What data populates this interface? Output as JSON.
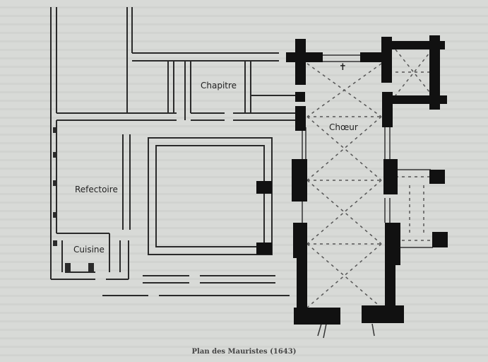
{
  "plan": {
    "rooms": {
      "chapitre": "Chapitre",
      "choeur": "Chœur",
      "refectoire": "Refectoire",
      "cuisine": "Cuisine"
    },
    "cross_symbol": "✝",
    "caption": "Plan des Mauristes (1643)"
  }
}
